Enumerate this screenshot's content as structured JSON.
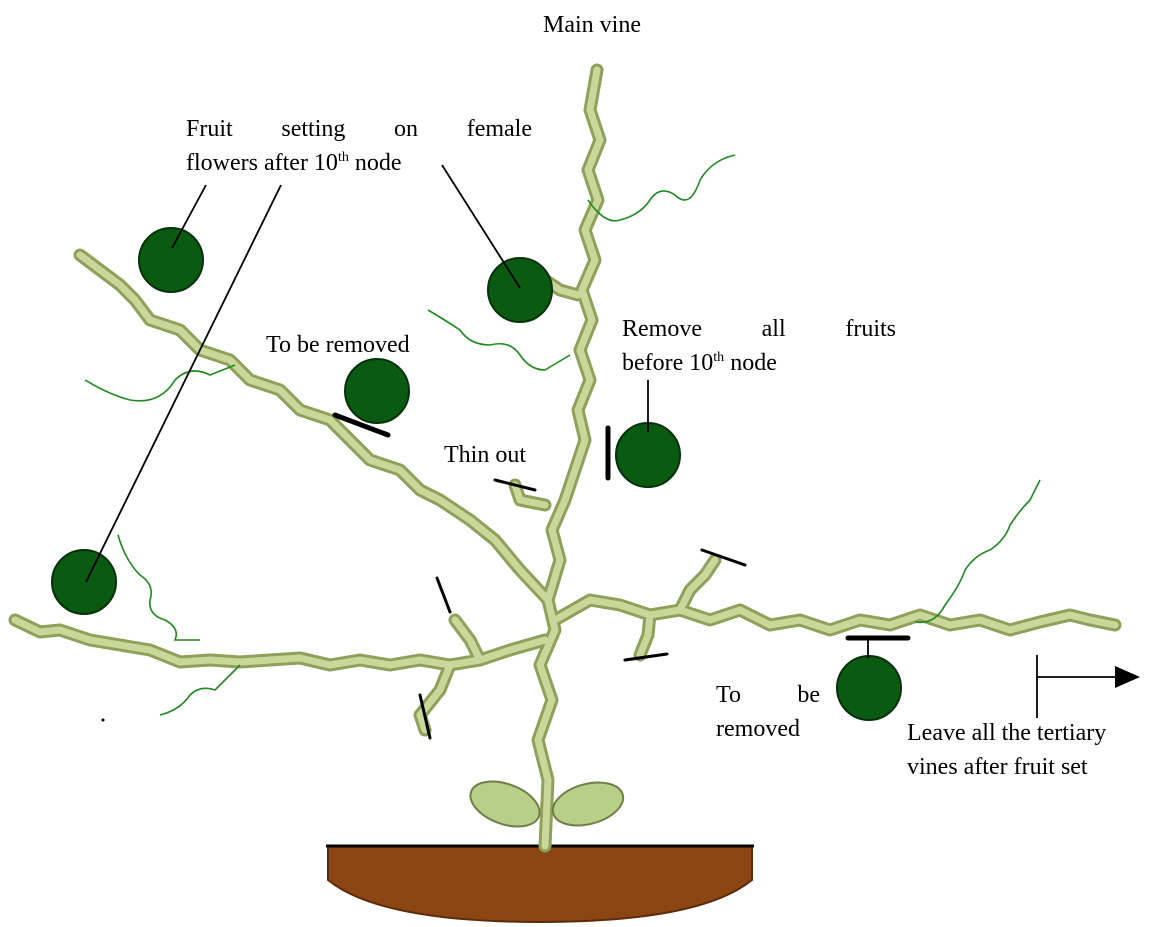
{
  "labels": {
    "main_vine": "Main vine",
    "fruit_setting_line1_words": [
      "Fruit",
      "setting",
      "on",
      "female"
    ],
    "fruit_setting_line2_prefix": "flowers after 10",
    "fruit_setting_line2_sup": "th",
    "fruit_setting_line2_suffix": " node",
    "to_be_removed_top": "To be removed",
    "remove_all_line1_words": [
      "Remove",
      "all",
      "fruits"
    ],
    "remove_all_line2_prefix": "before 10",
    "remove_all_line2_sup": "th",
    "remove_all_line2_suffix": " node",
    "thin_out": "Thin out",
    "to_be_removed_bottom_line1_words": [
      "To",
      "be"
    ],
    "to_be_removed_bottom_line2": "removed",
    "leave_tertiary_line1": "Leave all the tertiary",
    "leave_tertiary_line2": "vines after fruit set"
  },
  "colors": {
    "vine_fill": "#c9d89a",
    "vine_edge": "#8fa05a",
    "fruit": "#0a5a12",
    "fruit_edge": "#04310a",
    "tendril": "#1f8a1f",
    "soil": "#8b4513",
    "leaf": "#b8cf8a",
    "mark": "#000000"
  },
  "icons": [
    "fruit-icon",
    "leaf-icon",
    "pot-soil-icon",
    "arrow-icon"
  ]
}
